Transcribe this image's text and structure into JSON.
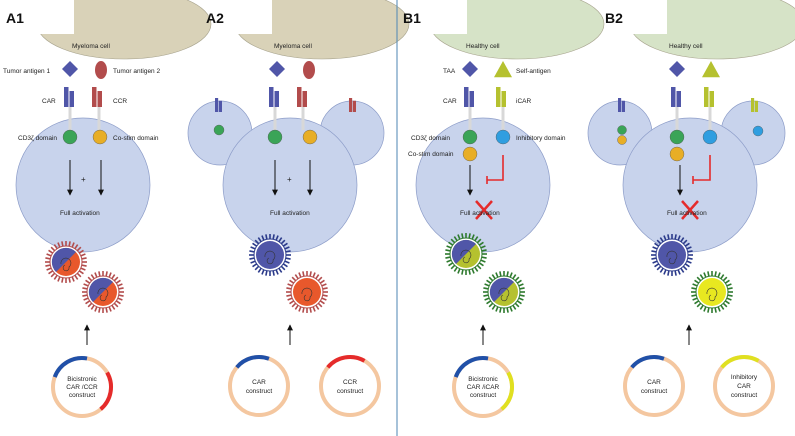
{
  "colors": {
    "tumor_cell": "#d9d2b8",
    "healthy_cell": "#d6e3c7",
    "t_cell": "#c8d3ec",
    "car": "#5056a8",
    "ccr": "#b24c4c",
    "icar": "#b5c12f",
    "cd3z": "#3aa457",
    "costim": "#e8ae26",
    "inhibitory": "#2f9ee0",
    "blocked": "#e52b2b",
    "plasmid": "#f4c7a0",
    "divider": "#4d86b3"
  },
  "panels": {
    "a1": {
      "label": "A1",
      "target_cell": "Myeloma cell",
      "antigen_1": "Tumor antigen 1",
      "antigen_2": "Tumor antigen 2",
      "receptor_1": "CAR",
      "receptor_2": "CCR",
      "domain_1": "CD3ζ domain",
      "domain_2": "Co-stim domain",
      "operator": "+",
      "outcome": "Full activation",
      "construct": [
        "Bicistronic",
        "CAR /CCR",
        "construct"
      ]
    },
    "a2": {
      "label": "A2",
      "target_cell": "Myeloma cell",
      "operator": "+",
      "outcome": "Full activation",
      "construct_1": [
        "CAR",
        "construct"
      ],
      "construct_2": [
        "CCR",
        "construct"
      ]
    },
    "b1": {
      "label": "B1",
      "target_cell": "Healthy cell",
      "antigen_1": "TAA",
      "antigen_2": "Self-antigen",
      "receptor_1": "CAR",
      "receptor_2": "iCAR",
      "domain_1": "CD3ζ domain",
      "domain_2": "Inhibitory domain",
      "domain_3": "Co-stim domain",
      "outcome": "Full activation",
      "construct": [
        "Bicistronic",
        "CAR /iCAR",
        "construct"
      ]
    },
    "b2": {
      "label": "B2",
      "target_cell": "Healthy cell",
      "outcome": "Full activation",
      "construct_1": [
        "CAR",
        "construct"
      ],
      "construct_2": [
        "Inhibitory",
        "CAR",
        "construct"
      ]
    }
  }
}
